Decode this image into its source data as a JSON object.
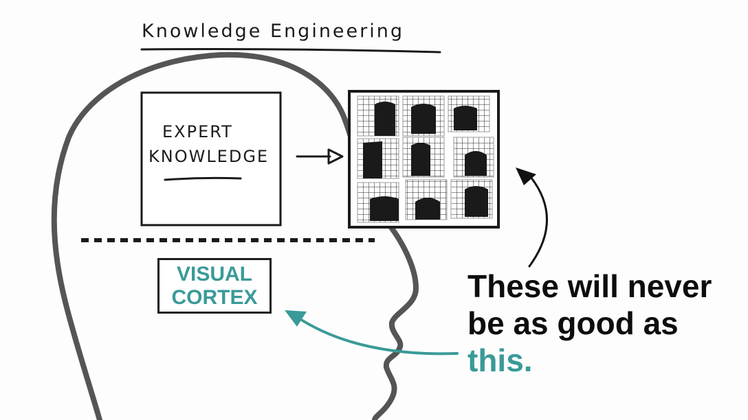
{
  "title": "Knowledge Engineering",
  "expert_box": {
    "line1": "EXPERT",
    "line2": "KNOWLEDGE"
  },
  "cortex_box": {
    "line1": "VISUAL",
    "line2": "CORTEX"
  },
  "callout": {
    "line1": "These will never",
    "line2": "be as good as",
    "line3": "this."
  },
  "colors": {
    "accent": "#3a9a98",
    "ink": "#1a1a1a",
    "head_outline": "#555555"
  },
  "feature_grid": {
    "rows": 3,
    "cols": 3
  }
}
